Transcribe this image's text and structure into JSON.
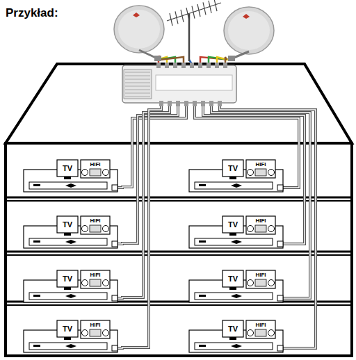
{
  "diagram": {
    "title": "Przykład:",
    "labels": [
      "TV",
      "HIFI",
      "TV",
      "HIFI",
      "TV",
      "HIFI",
      "TV",
      "HIFI",
      "TV",
      "HIFI",
      "TV",
      "HIFI",
      "TV",
      "HIFI",
      "TV",
      "HIFI"
    ]
  }
}
